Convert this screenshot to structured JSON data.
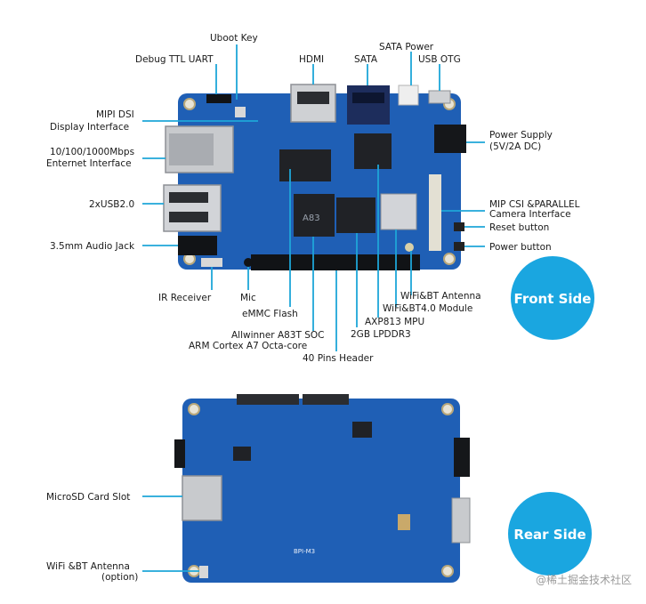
{
  "front_labels": {
    "uboot_key": "Uboot Key",
    "debug_ttl_uart": "Debug TTL UART",
    "hdmi": "HDMI",
    "sata_power": "SATA Power",
    "sata": "SATA",
    "usb_otg": "USB OTG",
    "mipi_dsi_1": "MIPI DSI",
    "mipi_dsi_2": "Display Interface",
    "ethernet_1": "10/100/1000Mbps",
    "ethernet_2": "Enternet Interface",
    "usb20": "2xUSB2.0",
    "audio_jack": "3.5mm Audio Jack",
    "power_supply_1": "Power Supply",
    "power_supply_2": "(5V/2A DC)",
    "mip_csi_1": "MIP CSI &PARALLEL",
    "mip_csi_2": "Camera Interface",
    "reset_button": "Reset button",
    "power_button": "Power button",
    "ir_receiver": "IR Receiver",
    "mic": "Mic",
    "emmc_flash": "eMMC Flash",
    "wifi_bt_antenna": "WiFi&BT Antenna",
    "wifi_bt_module": "WiFi&BT4.0 Module",
    "axp813": "AXP813 MPU",
    "lpddr3": "2GB LPDDR3",
    "soc_1": "Allwinner A83T SOC",
    "soc_2": "ARM Cortex A7 Octa-core",
    "pins_header": "40 Pins Header"
  },
  "rear_labels": {
    "microsd": "MicroSD Card Slot",
    "wifi_antenna_1": "WiFi &BT Antenna",
    "wifi_antenna_2": "(option)"
  },
  "badges": {
    "front": "Front Side",
    "rear": "Rear Side"
  },
  "chip_text": {
    "soc_marking": "A83",
    "hdmi_port": "",
    "rear_marking": "BPI-M3"
  },
  "watermark": "@稀土掘金技术社区",
  "colors": {
    "board": "#1f5fb5",
    "board_dark": "#174a8f",
    "leader": "#1ea6d8",
    "badge": "#1aa6e0",
    "metal": "#c9cbcf",
    "chip": "#202226"
  }
}
